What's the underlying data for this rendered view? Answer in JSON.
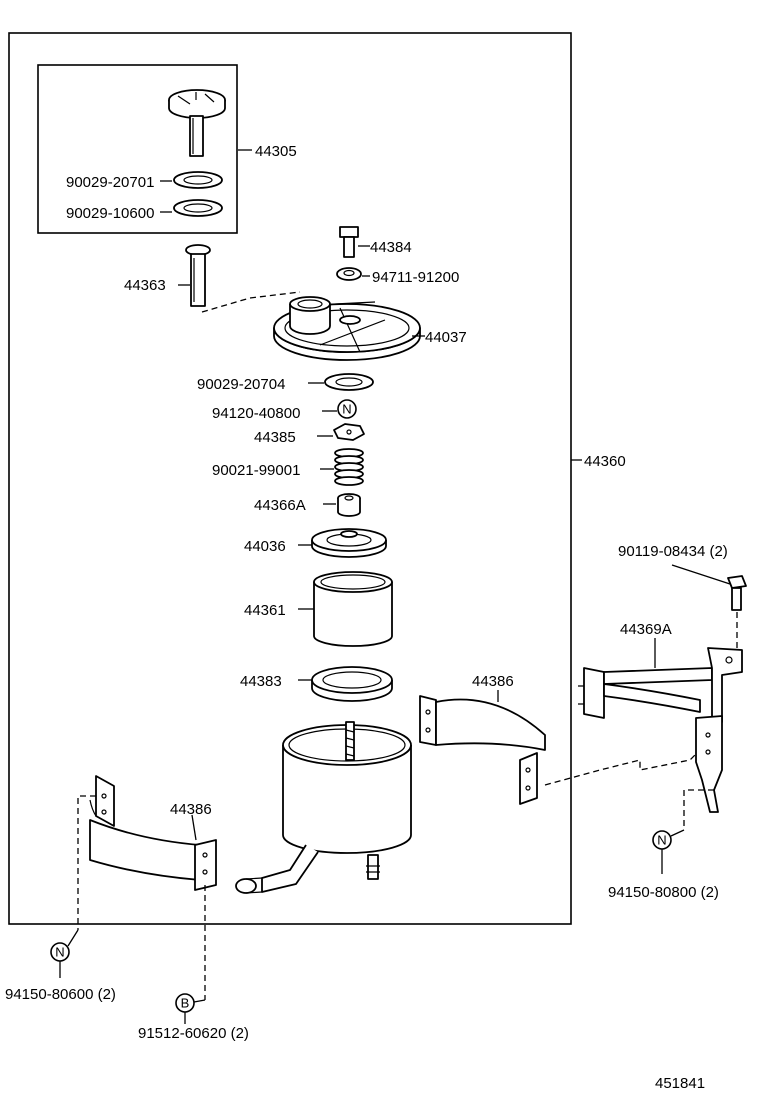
{
  "diagram": {
    "labels": {
      "p44305": "44305",
      "p90029_20701": "90029-20701",
      "p90029_10600": "90029-10600",
      "p44384": "44384",
      "p94711_91200": "94711-91200",
      "p44363": "44363",
      "p44037": "44037",
      "p90029_20704": "90029-20704",
      "p94120_40800": "94120-40800",
      "p44385": "44385",
      "p90021_99001": "90021-99001",
      "p44366A": "44366A",
      "p44036": "44036",
      "p44360": "44360",
      "p44361": "44361",
      "p44383": "44383",
      "p44386_right": "44386",
      "p44386_left": "44386",
      "p90119_08434": "90119-08434 (2)",
      "p44369A": "44369A",
      "p94150_80800": "94150-80800 (2)",
      "p94150_80600": "94150-80600 (2)",
      "p91512_60620": "91512-60620 (2)"
    },
    "marks": {
      "n_symbol": "N",
      "b_symbol": "B"
    },
    "figure_number": "451841"
  }
}
